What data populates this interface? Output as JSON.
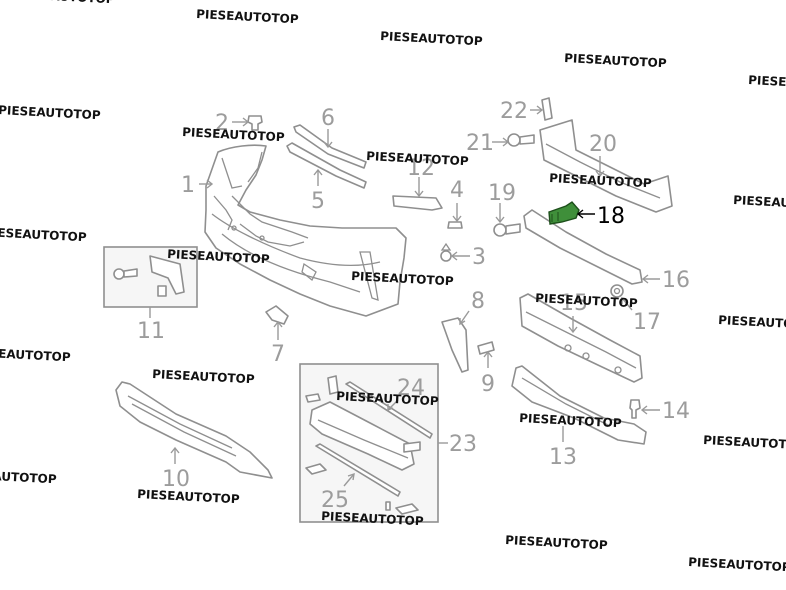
{
  "colors": {
    "line": "#8f8f8f",
    "label": "#9c9c9c",
    "highlight_fill": "#3f8f3a",
    "watermark": "#111111"
  },
  "watermark_text": "PIESEAUTOTOP",
  "callouts": [
    {
      "id": "c1",
      "num": "1"
    },
    {
      "id": "c2",
      "num": "2"
    },
    {
      "id": "c3",
      "num": "3"
    },
    {
      "id": "c4",
      "num": "4"
    },
    {
      "id": "c5",
      "num": "5"
    },
    {
      "id": "c6",
      "num": "6"
    },
    {
      "id": "c7",
      "num": "7"
    },
    {
      "id": "c8",
      "num": "8"
    },
    {
      "id": "c9",
      "num": "9"
    },
    {
      "id": "c10",
      "num": "10"
    },
    {
      "id": "c11",
      "num": "11"
    },
    {
      "id": "c12",
      "num": "12"
    },
    {
      "id": "c13",
      "num": "13"
    },
    {
      "id": "c14",
      "num": "14"
    },
    {
      "id": "c15",
      "num": "15"
    },
    {
      "id": "c16",
      "num": "16"
    },
    {
      "id": "c17",
      "num": "17"
    },
    {
      "id": "c18",
      "num": "18",
      "highlighted": true
    },
    {
      "id": "c19",
      "num": "19"
    },
    {
      "id": "c20",
      "num": "20"
    },
    {
      "id": "c21",
      "num": "21"
    },
    {
      "id": "c22",
      "num": "22"
    },
    {
      "id": "c23",
      "num": "23"
    },
    {
      "id": "c24",
      "num": "24"
    },
    {
      "id": "c25",
      "num": "25"
    }
  ]
}
